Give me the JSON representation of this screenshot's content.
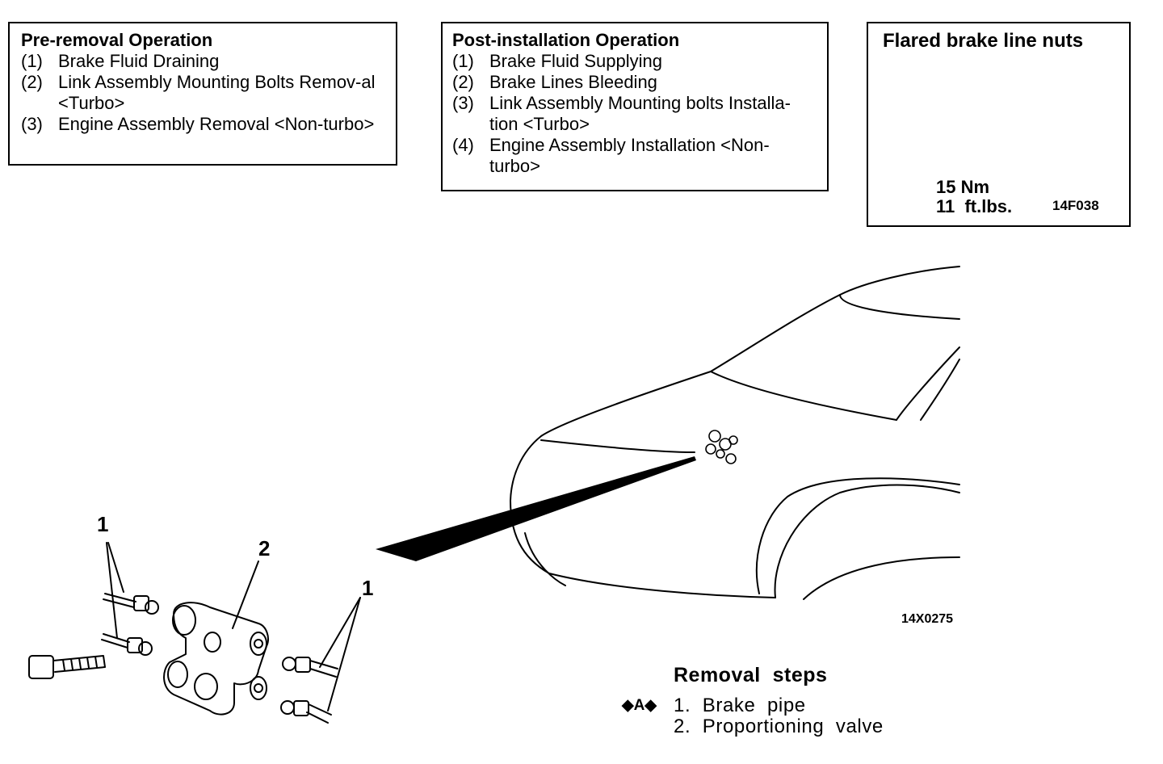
{
  "pre_removal": {
    "title": "Pre-removal Operation",
    "items": [
      {
        "num": "(1)",
        "text": "Brake Fluid Draining"
      },
      {
        "num": "(2)",
        "text": "Link Assembly Mounting Bolts Remov-al <Turbo>"
      },
      {
        "num": "(3)",
        "text": "Engine Assembly Removal <Non-turbo>"
      }
    ]
  },
  "post_installation": {
    "title": "Post-installation Operation",
    "items": [
      {
        "num": "(1)",
        "text": "Brake Fluid Supplying"
      },
      {
        "num": "(2)",
        "text": "Brake Lines Bleeding"
      },
      {
        "num": "(3)",
        "text": "Link Assembly Mounting bolts Installa-tion <Turbo>"
      },
      {
        "num": "(4)",
        "text": "Engine Assembly Installation <Non-turbo>"
      }
    ]
  },
  "flared_nuts": {
    "title": "Flared brake line nuts",
    "torque_nm": "15 Nm",
    "torque_ft": "11  ft.lbs.",
    "code": "14F038"
  },
  "figure": {
    "callout_pipe_left": "1",
    "callout_valve": "2",
    "callout_pipe_right": "1",
    "code": "14X0275"
  },
  "removal_steps": {
    "title": "Removal  steps",
    "marker": "◆A◆",
    "steps": [
      "1.  Brake  pipe",
      "2.  Proportioning  valve"
    ]
  }
}
